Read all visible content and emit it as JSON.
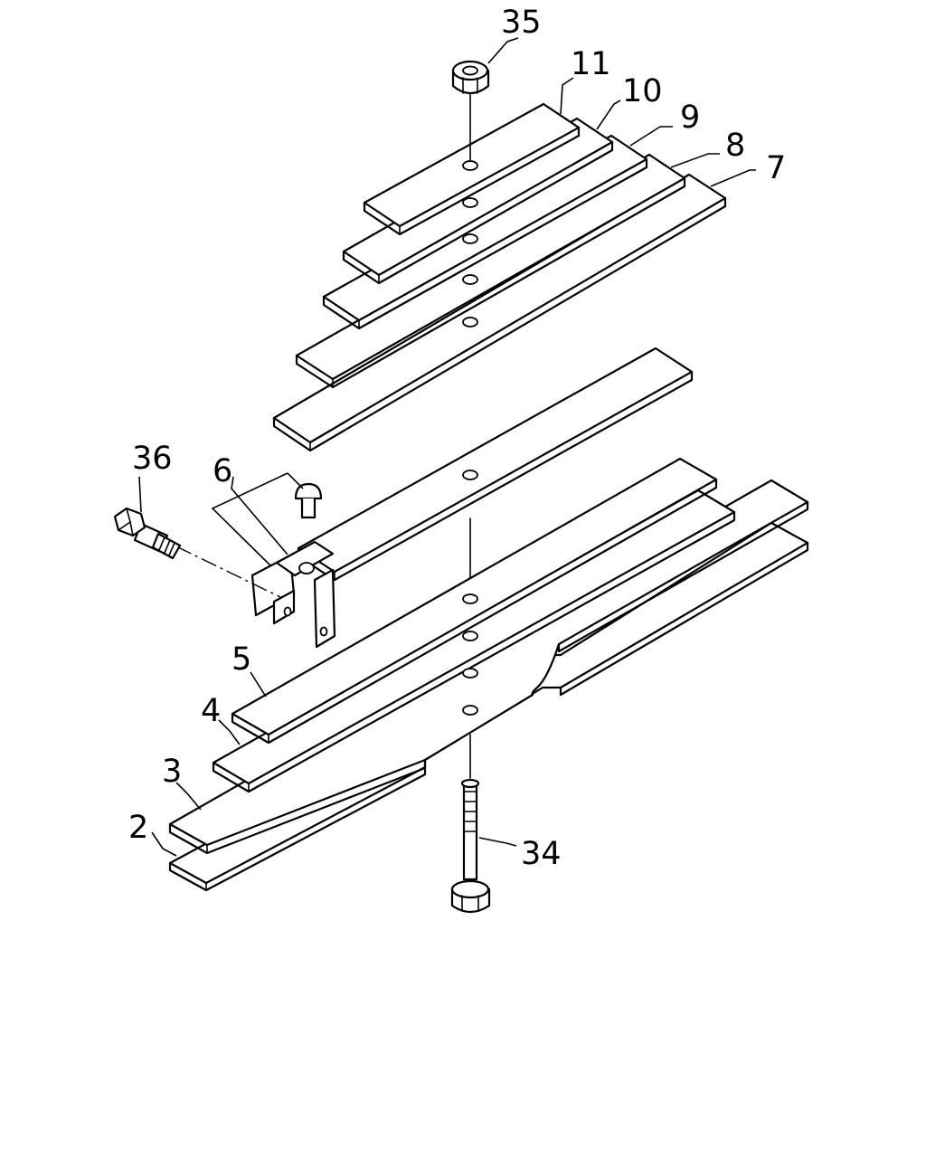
{
  "callouts": {
    "p2": "2",
    "p3": "3",
    "p4": "4",
    "p5": "5",
    "p6": "6",
    "p7": "7",
    "p8": "8",
    "p9": "9",
    "p10": "10",
    "p11": "11",
    "p34": "34",
    "p35": "35",
    "p36": "36"
  }
}
